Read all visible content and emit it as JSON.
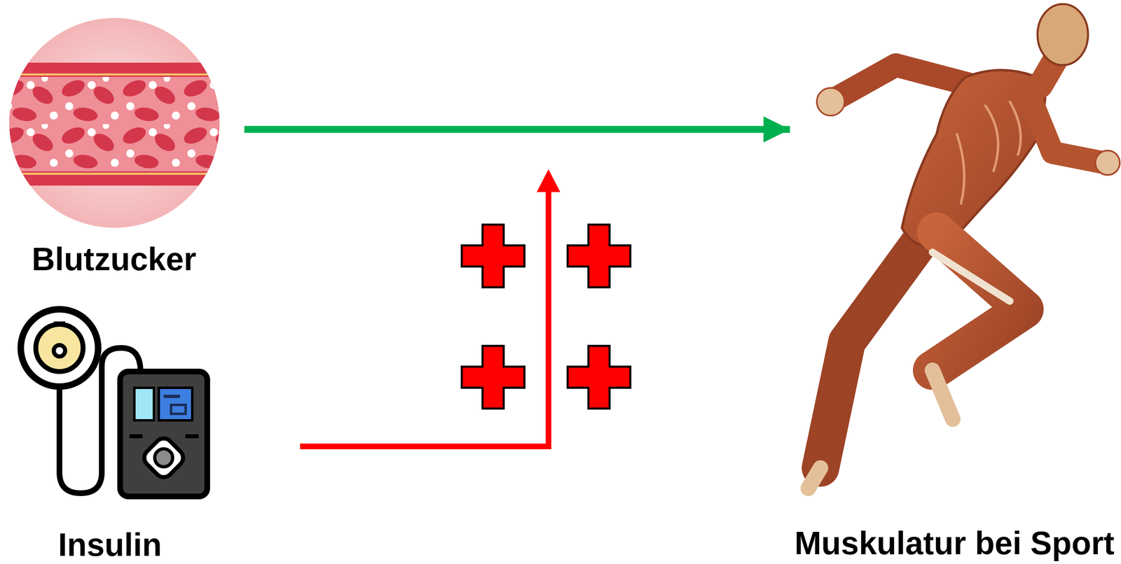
{
  "diagram": {
    "nodes": [
      {
        "text": [
          "Blutzucker"
        ]
      },
      {
        "text": [
          "Insulin"
        ]
      },
      {
        "text": [
          "Muskulatur bei Sport"
        ]
      }
    ],
    "edges": [
      {
        "from": 0,
        "to": 2,
        "arrow": "to"
      }
    ]
  }
}
